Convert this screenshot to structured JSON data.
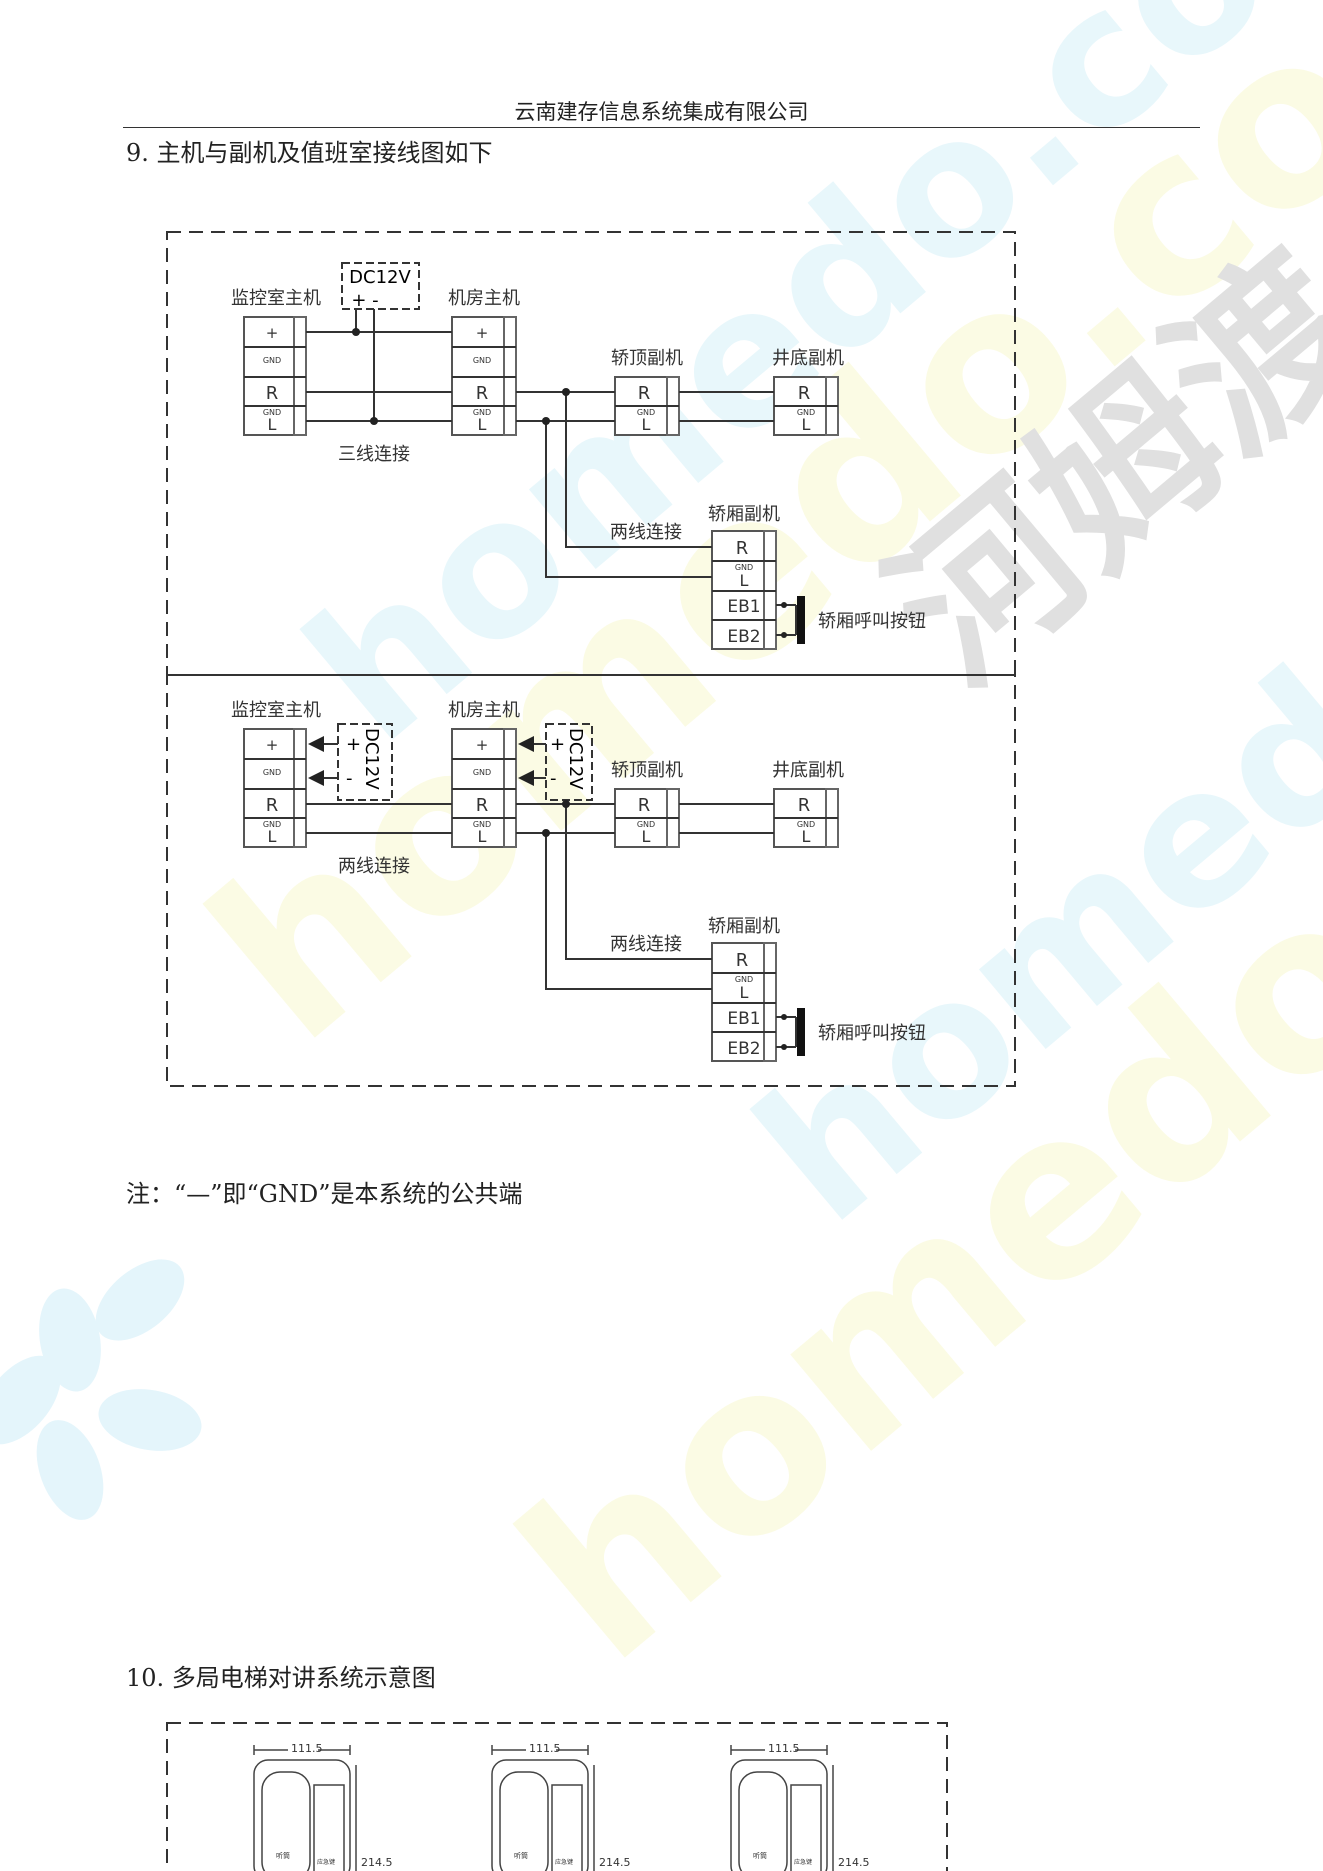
{
  "header": {
    "company": "云南建存信息系统集成有限公司"
  },
  "section9": {
    "title": "9. 主机与副机及值班室接线图如下"
  },
  "diagram1": {
    "monitor_host": "监控室主机",
    "machine_room_host": "机房主机",
    "car_top": "轿顶副机",
    "pit": "井底副机",
    "car": "轿厢副机",
    "three_wire": "三线连接",
    "two_wire": "两线连接",
    "call_button": "轿厢呼叫按钮",
    "psu": "DC12V",
    "psu_pol": "+ -"
  },
  "diagram2": {
    "monitor_host": "监控室主机",
    "machine_room_host": "机房主机",
    "car_top": "轿顶副机",
    "pit": "井底副机",
    "car": "轿厢副机",
    "two_wire_a": "两线连接",
    "two_wire_b": "两线连接",
    "call_button": "轿厢呼叫按钮",
    "psu": "DC12V",
    "plus": "+",
    "minus": "-"
  },
  "terminals": {
    "plus": "+",
    "gnd": "GND",
    "r": "R",
    "l": "L",
    "eb1": "EB1",
    "eb2": "EB2"
  },
  "note": "注：“—”即“GND”是本系统的公共端",
  "section10": {
    "title": "10. 多局电梯对讲系统示意图"
  },
  "diagram3": {
    "width_dim": "111.5",
    "height_dim": "214.5",
    "handset_label": "听筒",
    "key_label": "应急键"
  },
  "watermark": {
    "brand": "河姆渡",
    "site": "homedo.com"
  }
}
